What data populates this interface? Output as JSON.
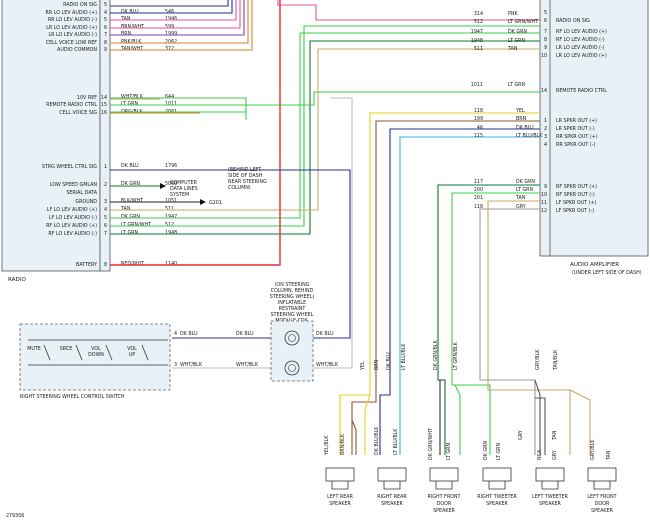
{
  "diagram_id": "279306",
  "radio": {
    "title": "RADIO",
    "pins": [
      {
        "label": "RADIO ON SIG",
        "num": "5",
        "wire": "",
        "circuit": ""
      },
      {
        "label": "RR LO LEV AUDIO (+)",
        "num": "4",
        "wire": "DK BLU",
        "circuit": "546"
      },
      {
        "label": "RR LO LEV AUDIO (-)",
        "num": "5",
        "wire": "TAN",
        "circuit": "1946"
      },
      {
        "label": "LR LO LEV AUDIO (+)",
        "num": "6",
        "wire": "BRN/WHT",
        "circuit": "599"
      },
      {
        "label": "LR LO LEV AUDIO (-)",
        "num": "7",
        "wire": "BRN",
        "circuit": "1999"
      },
      {
        "label": "CELL VOICE LOW REF",
        "num": "8",
        "wire": "PNK/BLK",
        "circuit": "2062"
      },
      {
        "label": "AUDIO COMMON",
        "num": "9",
        "wire": "TAN/WHT",
        "circuit": "372"
      },
      {
        "label": "10V REF",
        "num": "14",
        "wire": "WHT/BLK",
        "circuit": "644"
      },
      {
        "label": "REMOTE RADIO CTRL",
        "num": "15",
        "wire": "LT GRN",
        "circuit": "1011"
      },
      {
        "label": "CELL VOICE SIG",
        "num": "16",
        "wire": "ORG/BLK",
        "circuit": "2061"
      },
      {
        "label": "STRG WHEEL CTRL SIG",
        "num": "1",
        "wire": "DK BLU",
        "circuit": "1796"
      },
      {
        "label": "LOW SPEED GMLAN",
        "num": "2",
        "wire": "DK GRN",
        "circuit": "5060"
      },
      {
        "label": "SERIAL DATA",
        "num": "",
        "wire": "",
        "circuit": ""
      },
      {
        "label": "GROUND",
        "num": "3",
        "wire": "BLK/WHT",
        "circuit": "1051"
      },
      {
        "label": "LF LO LEV AUDIO (+)",
        "num": "4",
        "wire": "TAN",
        "circuit": "511"
      },
      {
        "label": "LF LO LEV AUDIO (-)",
        "num": "5",
        "wire": "DK GRN",
        "circuit": "1947"
      },
      {
        "label": "RF LO LEV AUDIO (+)",
        "num": "6",
        "wire": "LT GRN/WHT",
        "circuit": "512"
      },
      {
        "label": "RF LO LEV AUDIO (-)",
        "num": "7",
        "wire": "LT GRN",
        "circuit": "1948"
      },
      {
        "label": "BATTERY",
        "num": "8",
        "wire": "RED/WHT",
        "circuit": "1140"
      }
    ]
  },
  "notes": {
    "computer_data": "COMPUTER DATA LINES SYSTEM",
    "ground_note": "(BEHIND LEFT SIDE OF DASH NEAR STEERING COLUMN)",
    "ground_id": "G201",
    "coil_note": "(ON STEERING COLUMN, BEHIND STEERING WHEEL)",
    "coil_name": "INFLATABLE RESTRAINT STEERING WHEEL MODULE COIL"
  },
  "amplifier": {
    "title": "AUDIO AMPLIFIER",
    "location": "(UNDER LEFT SIDE OF DASH)",
    "pins": [
      {
        "num": "5",
        "label": ""
      },
      {
        "num": "6",
        "label": "RADIO ON SIG"
      },
      {
        "num": "7",
        "label": "RF LO LEV AUDIO (+)"
      },
      {
        "num": "8",
        "label": "RF LO LEV AUDIO (-)"
      },
      {
        "num": "9",
        "label": "LR LO LEV AUDIO (-)"
      },
      {
        "num": "10",
        "label": "LR LO LEV AUDIO (+)"
      },
      {
        "num": "14",
        "label": "REMOTE RADIO CTRL"
      },
      {
        "num": "1",
        "label": "LR SPKR OUT (+)"
      },
      {
        "num": "2",
        "label": "LR SPKR OUT (-)"
      },
      {
        "num": "3",
        "label": "RR SPKR OUT (+)"
      },
      {
        "num": "4",
        "label": "RR SPKR OUT (-)"
      },
      {
        "num": "9",
        "label": "RF SPKR OUT (+)"
      },
      {
        "num": "10",
        "label": "RF SPKR OUT (-)"
      },
      {
        "num": "11",
        "label": "LF SPKR OUT (+)"
      },
      {
        "num": "12",
        "label": "LF SPKR OUT (-)"
      }
    ],
    "inputs": [
      {
        "wire": "PNK",
        "circuit": "314"
      },
      {
        "wire": "LT GRN/WHT",
        "circuit": "512"
      },
      {
        "wire": "DK GRN",
        "circuit": "1947"
      },
      {
        "wire": "LT GRN",
        "circuit": "1948"
      },
      {
        "wire": "TAN",
        "circuit": "511"
      },
      {
        "wire": "LT GRN",
        "circuit": "1011"
      }
    ],
    "outputs": [
      {
        "wire": "YEL",
        "circuit": "118"
      },
      {
        "wire": "BRN",
        "circuit": "199"
      },
      {
        "wire": "DK BLU",
        "circuit": "46"
      },
      {
        "wire": "LT BLU/BLK",
        "circuit": "115"
      },
      {
        "wire": "DK GRN",
        "circuit": "117"
      },
      {
        "wire": "LT GRN",
        "circuit": "200"
      },
      {
        "wire": "TAN",
        "circuit": "201"
      },
      {
        "wire": "GRY",
        "circuit": "118"
      }
    ]
  },
  "switch": {
    "title": "RIGHT STEERING WHEEL CONTROL SWITCH",
    "buttons": [
      "MUTE",
      "SRCE",
      "VOL DOWN",
      "VOL UP"
    ],
    "wire_top": "DK BLU",
    "wire_bot": "WHT/BLK",
    "pin_top": "4",
    "pin_bot": "3"
  },
  "speakers": [
    {
      "name": "LEFT REAR SPEAKER",
      "wires": [
        "YEL/BLK",
        "BRN/BLK"
      ]
    },
    {
      "name": "RIGHT REAR SPEAKER",
      "wires": [
        "DK BLU/BLK",
        "LT BLU/BLK"
      ]
    },
    {
      "name": "RIGHT FRONT DOOR SPEAKER",
      "wires": [
        "DK GRN/WHT",
        "LT GRN"
      ]
    },
    {
      "name": "RIGHT TWEETER SPEAKER",
      "wires": [
        "DK GRN",
        "LT GRN"
      ]
    },
    {
      "name": "LEFT TWEETER SPEAKER",
      "wires": [
        "GRY",
        "TAN"
      ]
    },
    {
      "name": "LEFT FRONT DOOR SPEAKER",
      "wires": [
        "GRY/BLK",
        "TAN"
      ]
    }
  ],
  "colors": {
    "pink": "#e8529a",
    "dk_blue": "#1f2f9a",
    "tan": "#c9a86a",
    "brown": "#8a5a2b",
    "dk_green": "#0a7a2e",
    "lt_green": "#37d04a",
    "yellow": "#e6d21a",
    "lt_blue": "#34b6d6",
    "red": "#e03030",
    "gray": "#9a9a9a",
    "orange": "#d9822b",
    "violet": "#7b3fb0"
  }
}
